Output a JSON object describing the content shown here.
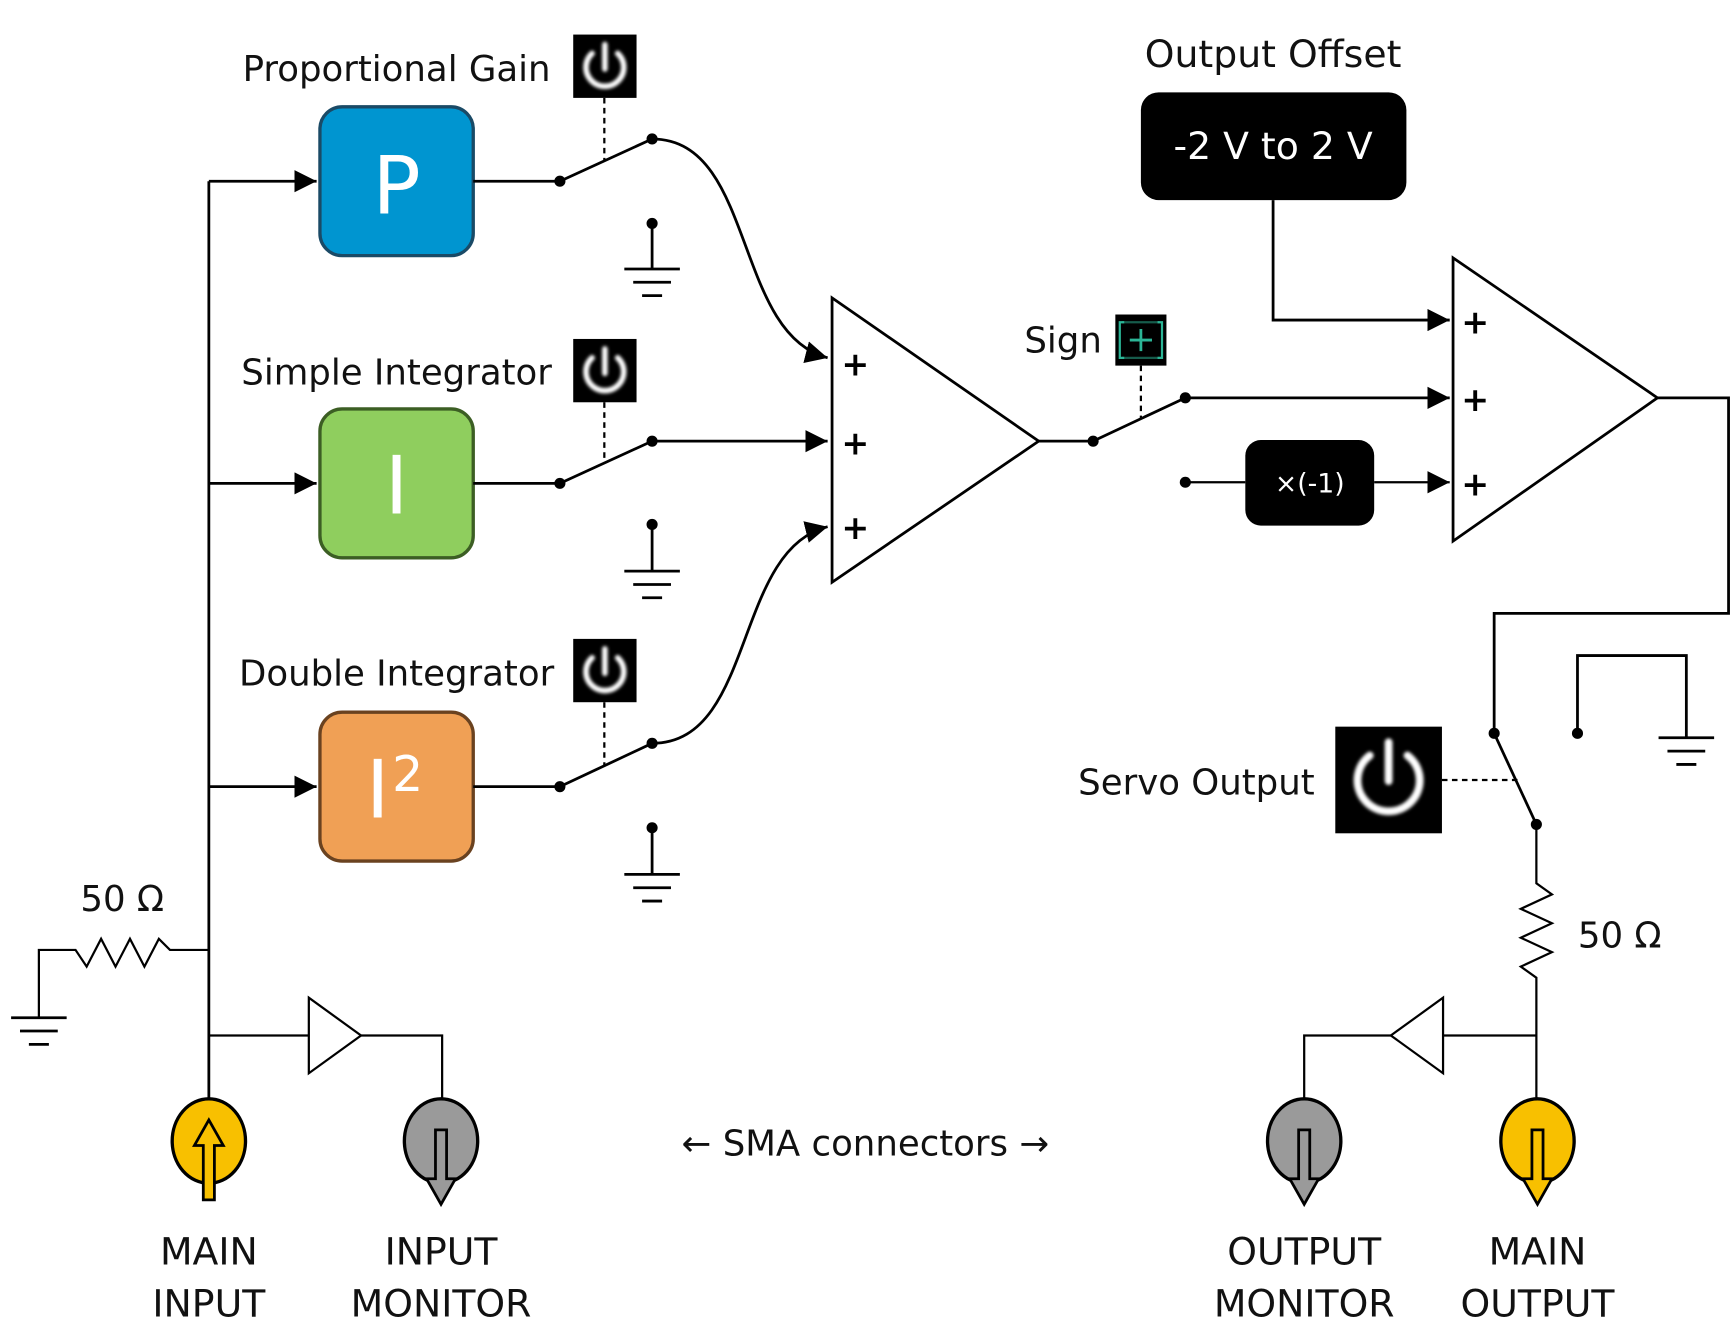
{
  "title": "PID servo signal-flow diagram",
  "blocks": {
    "proportional": {
      "label": "Proportional Gain",
      "symbol": "P",
      "color": "#0095D0",
      "border": "#1A4A66",
      "switch_icon": "power-icon"
    },
    "integrator": {
      "label": "Simple Integrator",
      "symbol": "I",
      "color": "#8FCE5E",
      "border": "#3C5E24",
      "switch_icon": "power-icon"
    },
    "double_integrator": {
      "label": "Double Integrator",
      "symbol": "I",
      "superscript": "2",
      "color": "#F0A055",
      "border": "#6A4220",
      "switch_icon": "power-icon"
    }
  },
  "sum1": {
    "inputs": [
      "+",
      "+",
      "+"
    ]
  },
  "sign": {
    "label": "Sign",
    "icon": "plus-toggle-icon",
    "icon_color": "#2BB596"
  },
  "invert": {
    "label": "×(-1)"
  },
  "offset": {
    "label": "Output Offset",
    "range": "-2 V to 2 V"
  },
  "sum2": {
    "inputs": [
      "+",
      "+",
      "+"
    ]
  },
  "servo_output": {
    "label": "Servo Output",
    "icon": "power-icon"
  },
  "resistors": {
    "input": "50 Ω",
    "output": "50 Ω"
  },
  "sma_label": "← SMA connectors →",
  "connectors": [
    {
      "line1": "MAIN",
      "line2": "INPUT",
      "color": "#F8C000",
      "direction": "in"
    },
    {
      "line1": "INPUT",
      "line2": "MONITOR",
      "color": "#9A9A9A",
      "direction": "out"
    },
    {
      "line1": "OUTPUT",
      "line2": "MONITOR",
      "color": "#9A9A9A",
      "direction": "out"
    },
    {
      "line1": "MAIN",
      "line2": "OUTPUT",
      "color": "#F8C000",
      "direction": "out"
    }
  ]
}
